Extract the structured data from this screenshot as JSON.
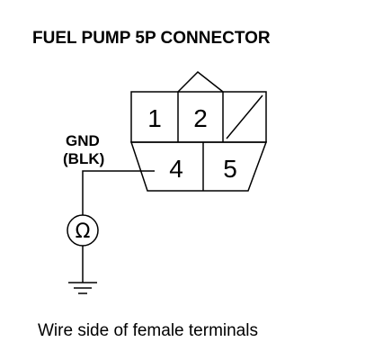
{
  "title": "FUEL PUMP 5P CONNECTOR",
  "ground_label": {
    "line1": "GND",
    "line2": "(BLK)"
  },
  "terminals": {
    "t1": "1",
    "t2": "2",
    "t4": "4",
    "t5": "5"
  },
  "meter_symbol": "Ω",
  "caption": "Wire side of female terminals",
  "icons": {
    "meter": "ohmmeter-icon",
    "ground": "ground-icon"
  },
  "colors": {
    "line": "#000000",
    "background": "#ffffff"
  }
}
